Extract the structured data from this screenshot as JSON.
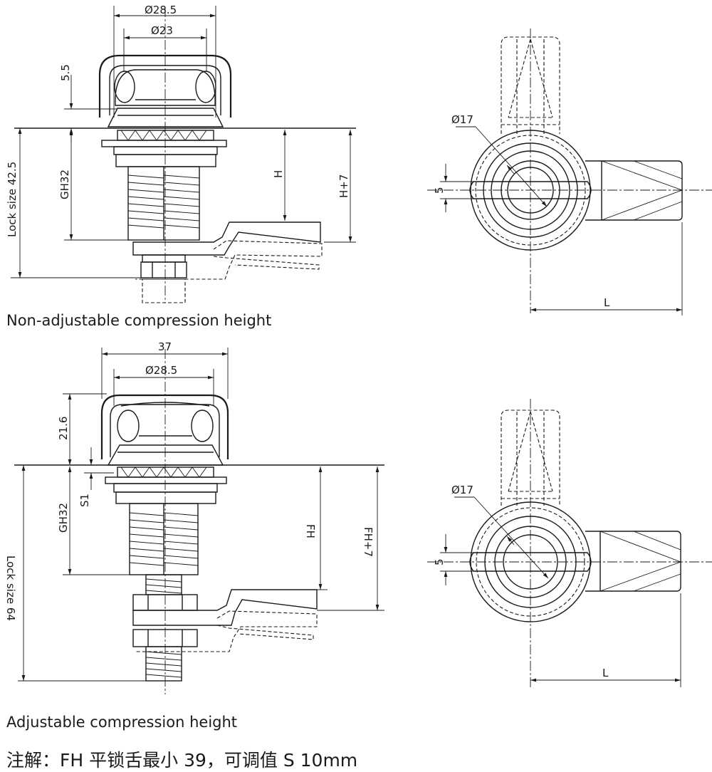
{
  "captions": {
    "non_adjustable": "Non-adjustable compression height",
    "adjustable": "Adjustable compression height",
    "note": "注解：FH 平锁舌最小 39，可调值 S 10mm"
  },
  "drawing1": {
    "dim_outer_dia": "Ø28.5",
    "dim_inner_dia": "Ø23",
    "dim_head": "5.5",
    "dim_thread": "GH32",
    "dim_lock": "Lock size 42.5",
    "dim_h": "H",
    "dim_h7": "H+7",
    "dim_front_dia": "Ø17",
    "dim_slot": "5",
    "dim_length": "L"
  },
  "drawing2": {
    "dim_width": "37",
    "dim_outer_dia": "Ø28.5",
    "dim_head": "21.6",
    "dim_s": "S1",
    "dim_thread": "GH32",
    "dim_lock": "Lock size 64",
    "dim_fh": "FH",
    "dim_fh7": "FH+7",
    "dim_front_dia": "Ø17",
    "dim_slot": "5",
    "dim_length": "L"
  }
}
